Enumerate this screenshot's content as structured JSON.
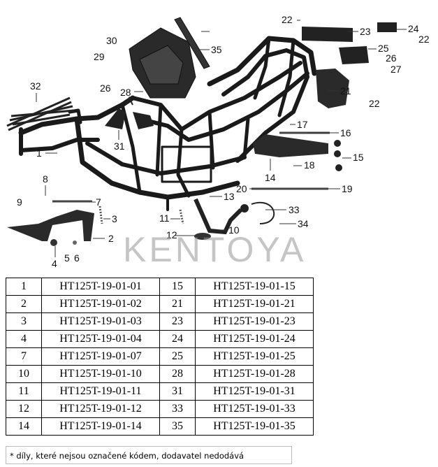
{
  "diagram": {
    "callouts": [
      "1",
      "2",
      "3",
      "4",
      "5",
      "6",
      "7",
      "8",
      "9",
      "10",
      "11",
      "12",
      "13",
      "14",
      "15",
      "16",
      "17",
      "18",
      "19",
      "20",
      "21",
      "22",
      "22",
      "22",
      "23",
      "24",
      "25",
      "26",
      "26",
      "27",
      "28",
      "29",
      "30",
      "31",
      "32",
      "33",
      "34",
      "35"
    ]
  },
  "watermark": "KENTOYA",
  "parts_table": {
    "rows": [
      {
        "left_no": "1",
        "left_code": "HT125T-19-01-01",
        "right_no": "15",
        "right_code": "HT125T-19-01-15"
      },
      {
        "left_no": "2",
        "left_code": "HT125T-19-01-02",
        "right_no": "21",
        "right_code": "HT125T-19-01-21"
      },
      {
        "left_no": "3",
        "left_code": "HT125T-19-01-03",
        "right_no": "23",
        "right_code": "HT125T-19-01-23"
      },
      {
        "left_no": "4",
        "left_code": "HT125T-19-01-04",
        "right_no": "24",
        "right_code": "HT125T-19-01-24"
      },
      {
        "left_no": "7",
        "left_code": "HT125T-19-01-07",
        "right_no": "25",
        "right_code": "HT125T-19-01-25"
      },
      {
        "left_no": "10",
        "left_code": "HT125T-19-01-10",
        "right_no": "28",
        "right_code": "HT125T-19-01-28"
      },
      {
        "left_no": "11",
        "left_code": "HT125T-19-01-11",
        "right_no": "31",
        "right_code": "HT125T-19-01-31"
      },
      {
        "left_no": "12",
        "left_code": "HT125T-19-01-12",
        "right_no": "33",
        "right_code": "HT125T-19-01-33"
      },
      {
        "left_no": "14",
        "left_code": "HT125T-19-01-14",
        "right_no": "35",
        "right_code": "HT125T-19-01-35"
      }
    ]
  },
  "footnote": "* díly, které nejsou označené kódem, dodavatel nedodává"
}
